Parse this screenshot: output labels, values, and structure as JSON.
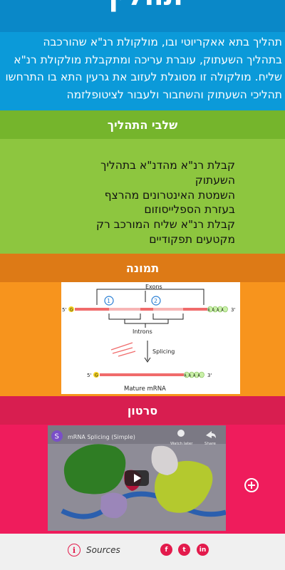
{
  "page": {
    "title": "תהליך",
    "intro": "תהליך בתא אאקריוטי ובו, מולקולת רנ\"א שהורכבה בתהליך השעתוק, עוברת עריכה ומתקבלת מולקולת רנ\"א שליח. מולקולה זו מסוגלת לעזוב את גרעין התא בו התרחשו תהליכי השעתוק והשחבור ולעבור לציטופלזמה"
  },
  "sections": {
    "steps": {
      "heading": "שלבי התהליך",
      "items": [
        "קבלת רנ\"א מהדנ\"א בתהליך השעתוק",
        "השמטת האינטרונים מהרצף בעזרת הספלייסוזום",
        "קבלת רנ\"א שליח המורכב רק מקטעים תפקודיים"
      ]
    },
    "image": {
      "heading": "תמונה",
      "diagram": {
        "exons_label": "Exons",
        "marker_1": "1",
        "marker_2": "2",
        "prime5_top": "5'",
        "prime3_top": "3'",
        "cap_top": "G",
        "tail_top": "AAAA",
        "introns_label": "Introns",
        "splicing_label": "Splicing",
        "prime5_bottom": "5'",
        "prime3_bottom": "3'",
        "cap_bottom": "G",
        "tail_bottom": "AAAA",
        "mature_label": "Mature mRNA"
      }
    },
    "video": {
      "heading": "סרטון",
      "channel_initial": "S",
      "video_title": "mRNA Splicing (Simple)",
      "watch_later": "Watch later",
      "share": "Share"
    }
  },
  "footer": {
    "sources_label": "Sources",
    "info_glyph": "i",
    "social": {
      "facebook": "f",
      "twitter": "t",
      "linkedin": "in"
    }
  },
  "colors": {
    "title_blue": "#0a88c8",
    "intro_blue": "#0b9ad9",
    "steps_head": "#75b52c",
    "steps_body": "#8dc63f",
    "image_head": "#dd7a16",
    "image_body": "#f7941d",
    "video_head": "#d81e50",
    "video_body": "#ef1c5c",
    "accent_red": "#e31b4c"
  }
}
